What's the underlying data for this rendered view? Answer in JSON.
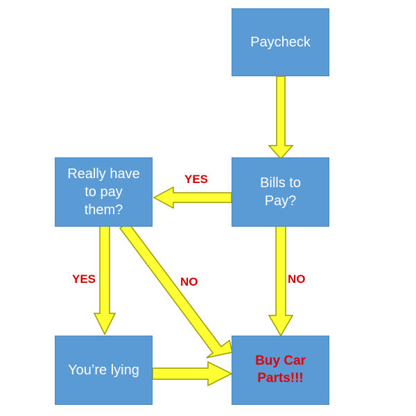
{
  "nodes": {
    "paycheck": "Paycheck",
    "bills": "Bills to\nPay?",
    "really": "Really have\nto pay\nthem?",
    "lying": "You’re lying",
    "buy": "Buy Car\nParts!!!"
  },
  "edges": {
    "bills_to_really": "YES",
    "really_to_lying": "YES",
    "really_to_buy": "NO",
    "bills_to_buy": "NO"
  },
  "colors": {
    "box_fill": "#5b9bd5",
    "arrow_fill": "#ffff33",
    "arrow_stroke": "#9a9a00",
    "label_red": "#d40000"
  }
}
